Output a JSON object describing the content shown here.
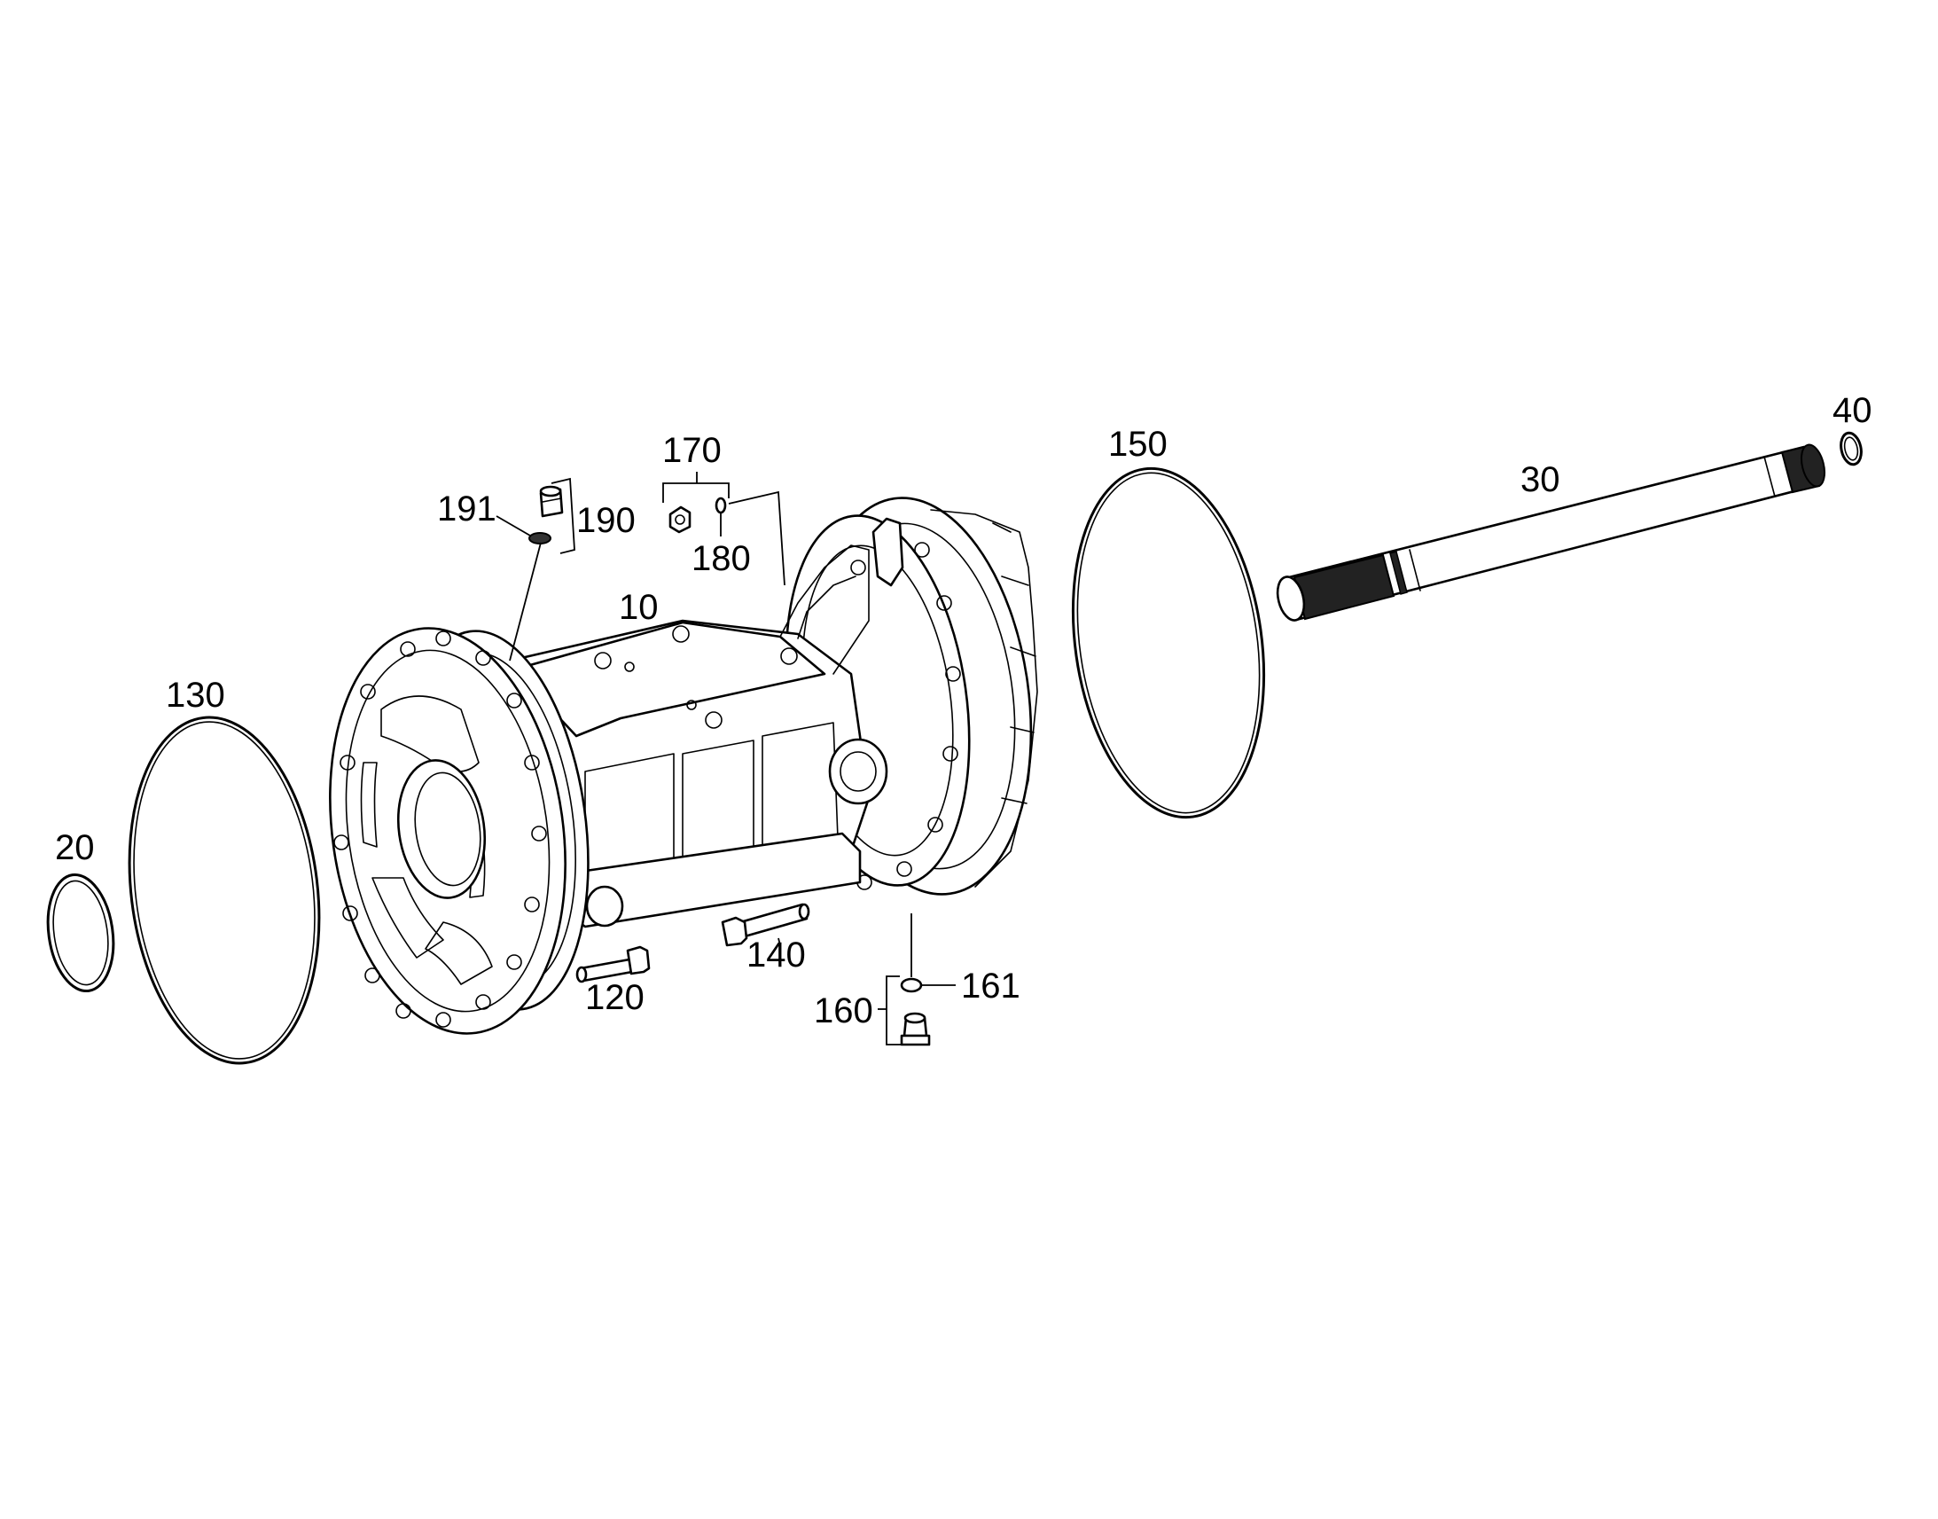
{
  "callouts": {
    "c10": "10",
    "c20": "20",
    "c30": "30",
    "c40": "40",
    "c120": "120",
    "c130": "130",
    "c140": "140",
    "c150": "150",
    "c160": "160",
    "c161": "161",
    "c170": "170",
    "c180": "180",
    "c190": "190",
    "c191": "191"
  },
  "colors": {
    "line": "#000000",
    "background": "#ffffff"
  }
}
